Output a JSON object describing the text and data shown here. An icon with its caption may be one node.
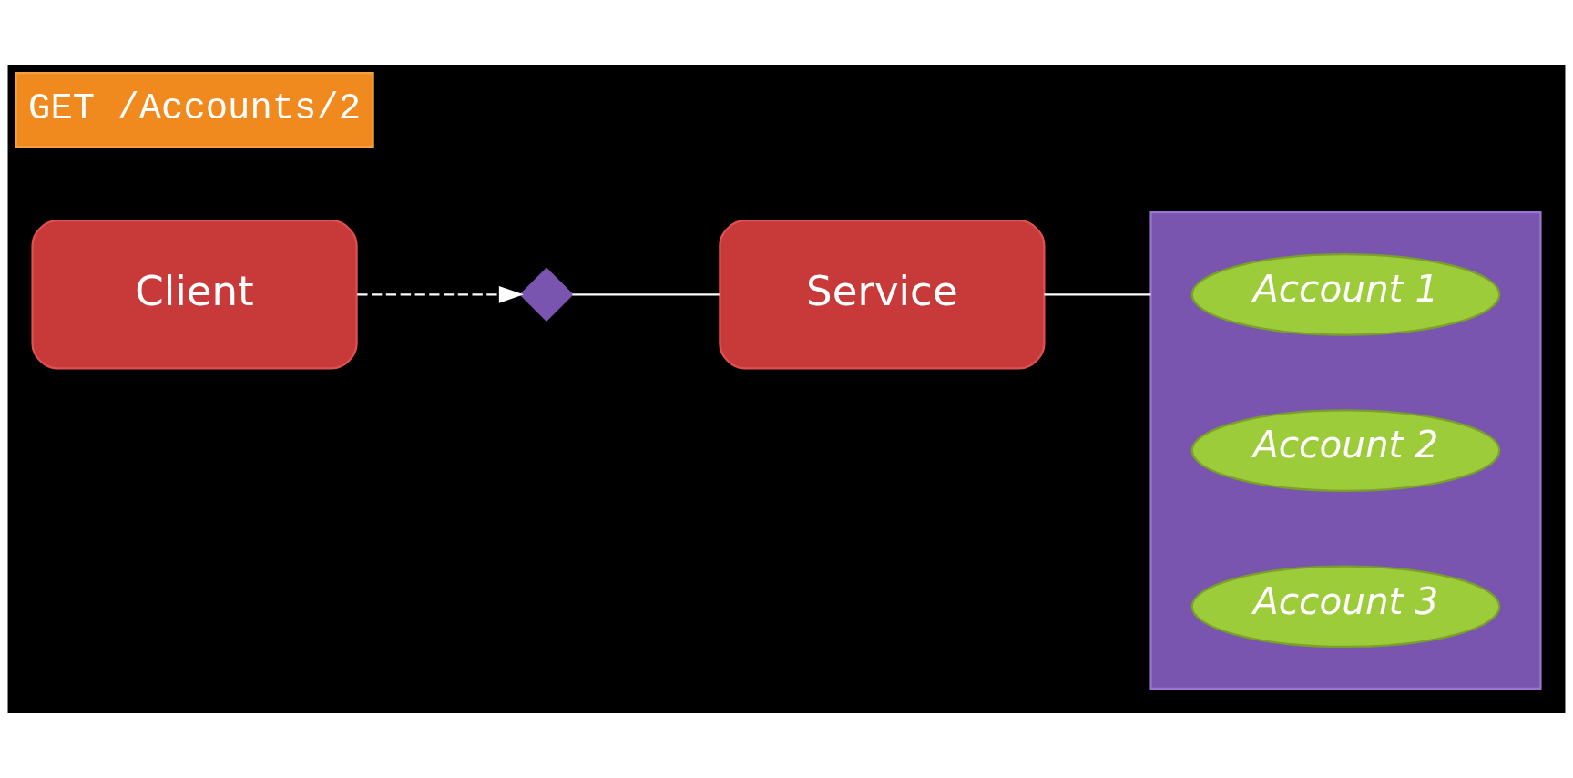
{
  "diagram": {
    "nodes": [
      {
        "text": [
          "Client"
        ]
      },
      {
        "text": [],
        "shape": "diamond"
      },
      {
        "text": [
          "Service"
        ]
      },
      {
        "text": [],
        "shape": "box"
      },
      {
        "text": [
          "Account 1"
        ],
        "in": 3
      },
      {
        "text": [
          "Account 2"
        ],
        "in": 3
      },
      {
        "text": [
          "Account 3"
        ],
        "in": 3
      },
      {
        "text": [
          "GET /Accounts/2"
        ]
      }
    ],
    "edges": [
      {
        "from": 0,
        "to": 1,
        "arrow": "to",
        "style": "dashed"
      },
      {
        "from": 1,
        "to": 2,
        "arrow": "none"
      },
      {
        "from": 2,
        "to": 3,
        "arrow": "none"
      }
    ]
  }
}
